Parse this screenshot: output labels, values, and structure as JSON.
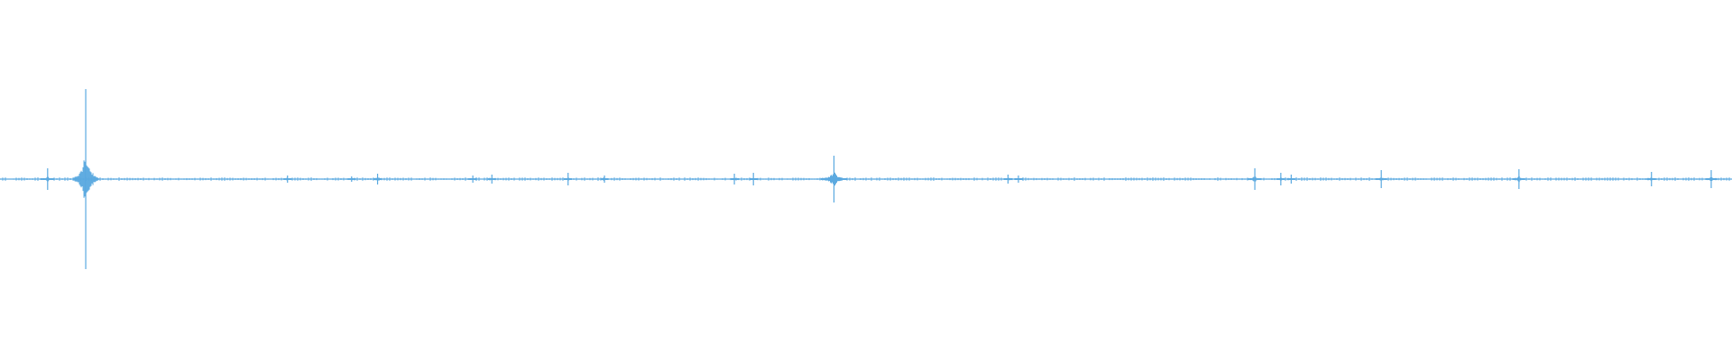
{
  "waveform": {
    "color": "#5aa9e0",
    "background": "#ffffff",
    "peaks": [
      {
        "t": 0.0275,
        "amplitude": 0.06
      },
      {
        "t": 0.0495,
        "amplitude": 0.5
      },
      {
        "t": 0.166,
        "amplitude": 0.02
      },
      {
        "t": 0.203,
        "amplitude": 0.015
      },
      {
        "t": 0.218,
        "amplitude": 0.03
      },
      {
        "t": 0.273,
        "amplitude": 0.02
      },
      {
        "t": 0.284,
        "amplitude": 0.025
      },
      {
        "t": 0.328,
        "amplitude": 0.035
      },
      {
        "t": 0.349,
        "amplitude": 0.02
      },
      {
        "t": 0.424,
        "amplitude": 0.03
      },
      {
        "t": 0.435,
        "amplitude": 0.035
      },
      {
        "t": 0.4815,
        "amplitude": 0.13
      },
      {
        "t": 0.582,
        "amplitude": 0.025
      },
      {
        "t": 0.588,
        "amplitude": 0.02
      },
      {
        "t": 0.7245,
        "amplitude": 0.06
      },
      {
        "t": 0.7395,
        "amplitude": 0.035
      },
      {
        "t": 0.7455,
        "amplitude": 0.025
      },
      {
        "t": 0.7975,
        "amplitude": 0.05
      },
      {
        "t": 0.877,
        "amplitude": 0.055
      },
      {
        "t": 0.9535,
        "amplitude": 0.04
      },
      {
        "t": 0.988,
        "amplitude": 0.05
      }
    ]
  }
}
